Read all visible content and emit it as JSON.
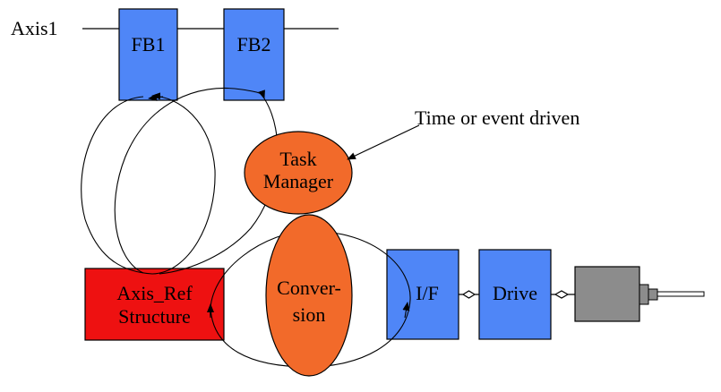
{
  "diagram": {
    "axis_label": "Axis1",
    "fb1_label": "FB1",
    "fb2_label": "FB2",
    "annotation": "Time or event driven",
    "task_manager_line1": "Task",
    "task_manager_line2": "Manager",
    "axis_ref_line1": "Axis_Ref",
    "axis_ref_line2": "Structure",
    "conversion_line1": "Conver-",
    "conversion_line2": "sion",
    "interface_label": "I/F",
    "drive_label": "Drive",
    "colors": {
      "function_block": "#4f86f7",
      "axis_ref": "#ee1111",
      "ellipse": "#f26a2a",
      "motor": "#8c8c8c"
    }
  }
}
